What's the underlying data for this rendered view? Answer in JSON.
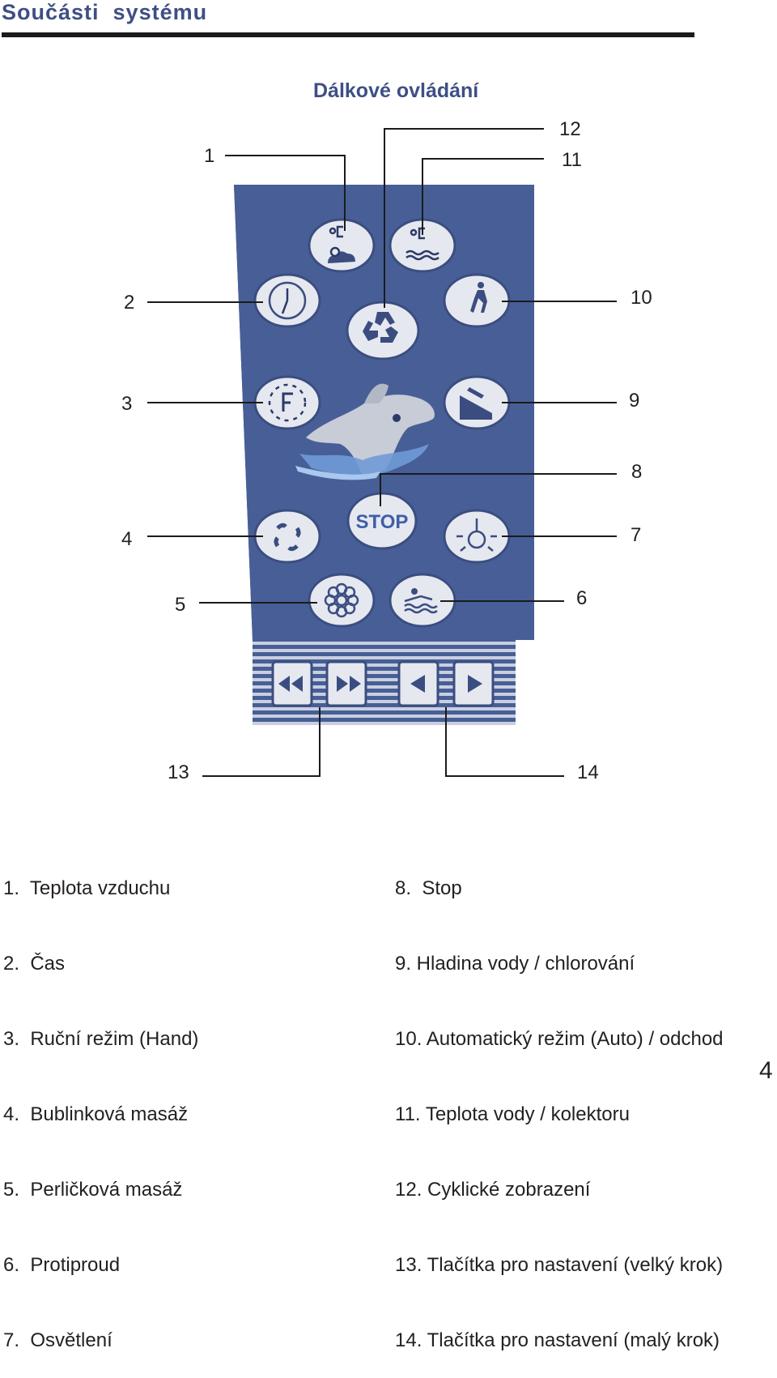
{
  "header": {
    "title": "Součásti  systému",
    "subtitle": "Dálkové ovládání"
  },
  "callouts": [
    "1",
    "2",
    "3",
    "4",
    "5",
    "6",
    "7",
    "8",
    "9",
    "10",
    "11",
    "12",
    "13",
    "14"
  ],
  "remote": {
    "stop_label": "STOP",
    "colors": {
      "body": "#475f96",
      "button": "#e6e8f0",
      "stripe_light": "#c9cfe0"
    }
  },
  "legend_left": [
    "1.  Teplota vzduchu",
    "2.  Čas",
    "3.  Ruční režim (Hand)",
    "4.  Bublinková masáž",
    "5.  Perličková masáž",
    "6.  Protiproud",
    "7.  Osvětlení"
  ],
  "legend_right": [
    "8.  Stop",
    "9. Hladina vody / chlorování",
    "10. Automatický režim (Auto) / odchod",
    "11. Teplota vody / kolektoru",
    "12. Cyklické zobrazení",
    "13. Tlačítka pro nastavení (velký krok)",
    "14. Tlačítka pro nastavení (malý krok)"
  ],
  "page_number": "4"
}
